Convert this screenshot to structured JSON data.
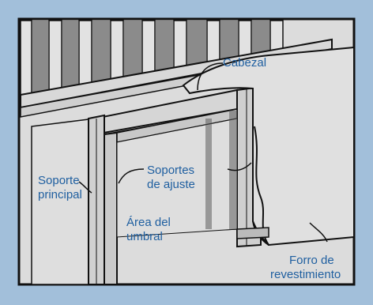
{
  "labels": {
    "cabezal": "Cabezal",
    "soportes_ajuste_1": "Soportes",
    "soportes_ajuste_2": "de ajuste",
    "soporte_principal_1": "Soporte",
    "soporte_principal_2": "principal",
    "area_umbral_1": "Área del",
    "area_umbral_2": "umbral",
    "forro_1": "Forro de",
    "forro_2": "revestimiento"
  },
  "colors": {
    "frame_background": "#a2bfda",
    "panel": "#dcdcdc",
    "lumber": "#d2d2d2",
    "outline": "#111111",
    "label_text": "#1f5fa0"
  }
}
